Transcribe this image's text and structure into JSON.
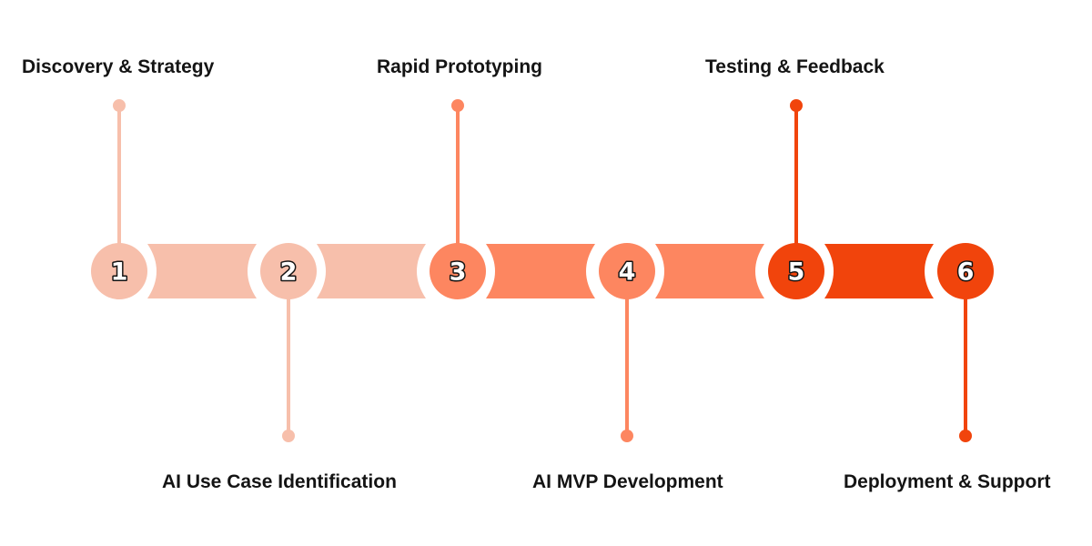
{
  "steps": [
    {
      "number": "1",
      "label": "Discovery & Strategy",
      "color": "#F7BFAB"
    },
    {
      "number": "2",
      "label": "AI Use Case Identification",
      "color": "#F7BFAB"
    },
    {
      "number": "3",
      "label": "Rapid Prototyping",
      "color": "#FD8660"
    },
    {
      "number": "4",
      "label": "AI MVP Development",
      "color": "#FD8660"
    },
    {
      "number": "5",
      "label": "Testing & Feedback",
      "color": "#F1440C"
    },
    {
      "number": "6",
      "label": "Deployment & Support",
      "color": "#F1440C"
    }
  ]
}
